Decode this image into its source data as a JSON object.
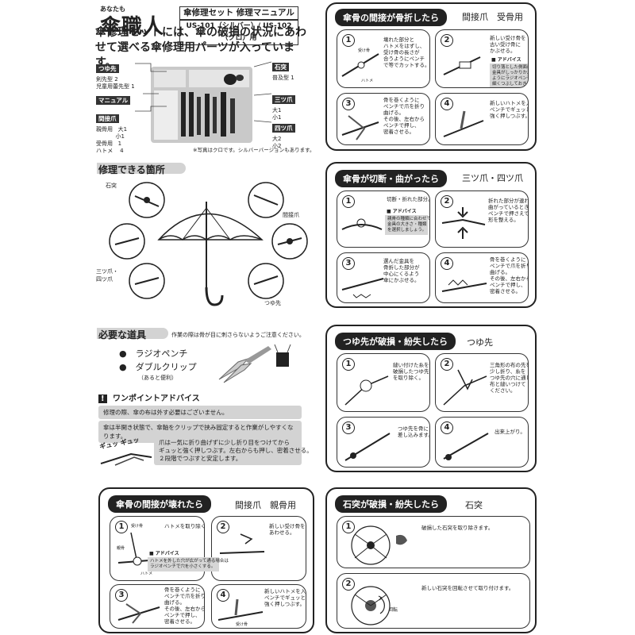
{
  "header": {
    "logo_small": "あなたも",
    "logo_big": "傘職人",
    "title": "傘修理セット 修理マニュアル",
    "models": "US-101（シルバー）/ US-102（クロ）用"
  },
  "intro": "傘修理セットには、傘の破損の状況にあわせて選べる傘修理用パーツが入っています。",
  "parts": {
    "tsuyusaki": {
      "label": "つゆ先",
      "text": "剣先型 2\n児童用蕾先型 1"
    },
    "manual": {
      "label": "マニュアル"
    },
    "kansetsu": {
      "label": "間接爪",
      "text": "親骨用   大1\n           小1\n受骨用   1\nハトメ    4"
    },
    "ishizuki": {
      "label": "石突",
      "text": "普及型 1"
    },
    "mitsu": {
      "label": "三ツ爪",
      "text": "大1\n小1"
    },
    "yotsu": {
      "label": "四ツ爪",
      "text": "大2\n小2"
    },
    "note": "※写真はクロです。シルバーバージョンもあります。"
  },
  "repairable": {
    "title": "修理できる箇所",
    "labels": [
      "石突",
      "間接爪",
      "三ツ爪・四ツ爪",
      "つゆ先"
    ]
  },
  "tools": {
    "title": "必要な道具",
    "note": "作業の際は骨が目に刺さらないようご注意ください。",
    "items": [
      "ラジオペンチ",
      "ダブルクリップ"
    ],
    "items_note": "（あると便利）",
    "advice_title": "ワンポイントアドバイス",
    "advice1": "修理の際、傘の布は外す必要はございません。",
    "advice2": "傘は半開き状態で、傘軸をクリップで挟み固定すると作業がしやすくなります。",
    "advice3": "爪は一気に折り曲げずに少し折り目をつけてから\nギュッと強く押しつぶす。左右からも押し、密着させる。\n２段階でつぶすと安定します。",
    "sfx": "ギュッ ギュッ"
  },
  "panels": [
    {
      "title": "傘骨の間接が骨折したら",
      "sub": "間接爪　受骨用",
      "steps": [
        {
          "n": "1",
          "text": "壊れた部分と\nハトメをはずし、\n受け骨の長さが\n合うようにペンチ\nで等でカットする。",
          "tags": [
            "受け骨",
            "ハトメ"
          ]
        },
        {
          "n": "2",
          "text": "新しい受け骨を\n古い受け骨に\nかぶせる。",
          "adv_title": "アドバイス",
          "adv": "切り落とした側面は、\n金具がしっかりかぶさる\nようにラジオペンチで\n細くつぶしておきます。"
        },
        {
          "n": "3",
          "text": "骨を巻くように\nペンチで爪を折り\n曲げる。\nその後、左右から\nペンチで押し、\n密着させる。"
        },
        {
          "n": "4",
          "text": "新しいハトメを入れ\nペンチでギュッと\n強く押しつぶす。"
        }
      ]
    },
    {
      "title": "傘骨が切断・曲がったら",
      "sub": "三ツ爪・四ツ爪",
      "steps": [
        {
          "n": "1",
          "text": "切断・折れた部分。",
          "adv_title": "アドバイス",
          "adv": "親骨の種類に合わせて\n金具の大きさ・種類\nを選択しましょう。"
        },
        {
          "n": "2",
          "text": "折れた部分が連れて\n曲がっているときは\nペンチで押さえて\n形を整える。"
        },
        {
          "n": "3",
          "text": "選んだ金具を\n骨折した部分が\n中心にくるよう\n傘にかぶせる。"
        },
        {
          "n": "4",
          "text": "骨を巻くように\nペンチで爪を折り\n曲げる。\nその後、左右から\nペンチで押し、\n密着させる。"
        }
      ]
    },
    {
      "title": "つゆ先が破損・紛失したら",
      "sub": "つゆ先",
      "steps": [
        {
          "n": "1",
          "text": "縫い付けた糸を外して、\n破損したつゆ先\nを取り除く。"
        },
        {
          "n": "2",
          "text": "三角形の布の先を\n少し折り、糸を\nつゆ先の穴に通して\n布と縫いつけて\nください。"
        },
        {
          "n": "3",
          "text": "つゆ先を骨に\n差し込みます。"
        },
        {
          "n": "4",
          "text": "出来上がり。"
        }
      ]
    },
    {
      "title": "傘骨の間接が壊れたら",
      "sub": "間接爪　親骨用",
      "steps": [
        {
          "n": "1",
          "text": "ハトメを取り除く。",
          "tags": [
            "受け骨",
            "親骨",
            "ハトメ"
          ]
        },
        {
          "n": "2",
          "text": "新しい受け骨を\nあわせる。",
          "adv_title": "アドバイス",
          "adv": "ハトメを外した穴が広がって通る場合は\nラジオペンチで穴を小さくする。"
        },
        {
          "n": "3",
          "text": "骨を巻くように\nペンチで爪を折り\n曲げる。\nその後、左右から\nペンチで押し、\n密着させる。"
        },
        {
          "n": "4",
          "text": "新しいハトメを入れ\nペンチでギュッと\n強く押しつぶす。",
          "tags": [
            "受け骨"
          ]
        }
      ]
    },
    {
      "title": "石突が破損・紛失したら",
      "sub": "石突",
      "steps": [
        {
          "n": "1",
          "text": "破損した石突を取り除きます。"
        },
        {
          "n": "2",
          "text": "新しい石突を回転させて取り付けます。",
          "tags": [
            "回転"
          ]
        }
      ]
    }
  ]
}
